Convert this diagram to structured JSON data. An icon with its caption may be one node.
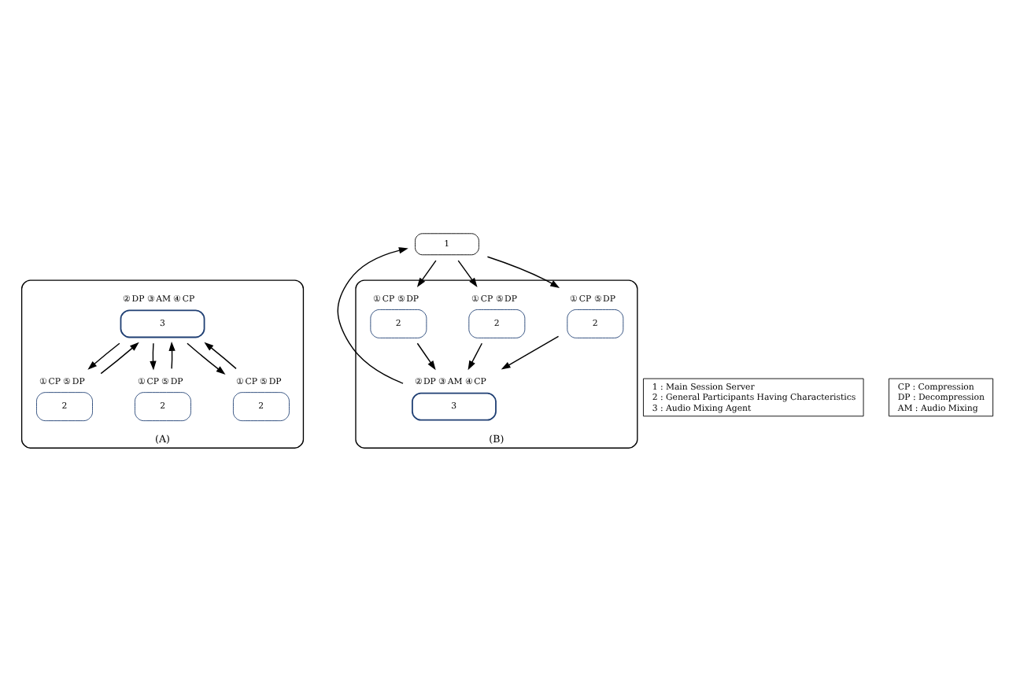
{
  "diagram": {
    "nodes": [
      {
        "text": [
          "(A)"
        ]
      },
      {
        "text": [
          "3"
        ],
        "in": 0,
        "beside": [
          "② DP ③ AM ④ CP"
        ]
      },
      {
        "text": [
          "2"
        ],
        "in": 0,
        "beside": [
          "① CP ⑤ DP"
        ]
      },
      {
        "text": [
          "2"
        ],
        "in": 0,
        "beside": [
          "① CP ⑤ DP"
        ]
      },
      {
        "text": [
          "2"
        ],
        "in": 0,
        "beside": [
          "① CP ⑤ DP"
        ]
      },
      {
        "text": [
          "(B)"
        ]
      },
      {
        "text": [
          "3"
        ],
        "in": 5,
        "beside": [
          "② DP ③ AM ④ CP"
        ]
      },
      {
        "text": [
          "2"
        ],
        "in": 5,
        "beside": [
          "① CP ⑤ DP"
        ]
      },
      {
        "text": [
          "2"
        ],
        "in": 5,
        "beside": [
          "① CP ⑤ DP"
        ]
      },
      {
        "text": [
          "2"
        ],
        "in": 5,
        "beside": [
          "① CP ⑤ DP"
        ]
      },
      {
        "text": [
          "1"
        ]
      },
      {
        "text": [
          "1 : Main Session Server",
          "2 : General Participants Having Characteristics",
          "3 : Audio Mixing Agent"
        ]
      },
      {
        "text": [
          "CP : Compression",
          "DP : Decompression",
          "AM : Audio Mixing"
        ]
      }
    ],
    "edges": [
      {
        "from": 2,
        "to": 1,
        "arrow": "to"
      },
      {
        "from": 4,
        "to": 1,
        "arrow": "to"
      },
      {
        "from": 3,
        "to": 1,
        "arrow": "to"
      },
      {
        "from": 1,
        "to": 2,
        "arrow": "to"
      },
      {
        "from": 1,
        "to": 4,
        "arrow": "to"
      },
      {
        "from": 1,
        "to": 3,
        "arrow": "to"
      },
      {
        "from": 6,
        "to": 10,
        "arrow": "to"
      },
      {
        "from": 10,
        "to": 7,
        "arrow": "to"
      },
      {
        "from": 10,
        "to": 9,
        "arrow": "to"
      },
      {
        "from": 10,
        "to": 8,
        "arrow": "to"
      },
      {
        "from": 7,
        "to": 6,
        "arrow": "to"
      },
      {
        "from": 9,
        "to": 6,
        "arrow": "to"
      },
      {
        "from": 8,
        "to": 6,
        "arrow": "to"
      }
    ]
  }
}
